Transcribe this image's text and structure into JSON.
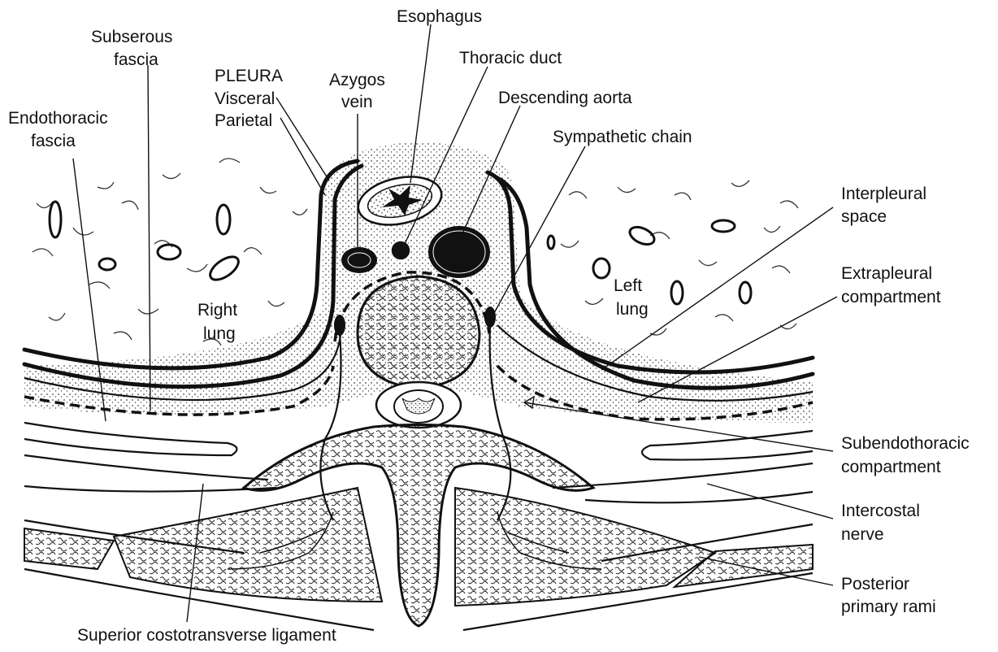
{
  "labels": {
    "esophagus": "Esophagus",
    "thoracic_duct": "Thoracic duct",
    "subserous_1": "Subserous",
    "subserous_2": "fascia",
    "pleura_1": "PLEURA",
    "pleura_2": "Visceral",
    "pleura_3": "Parietal",
    "azygos_1": "Azygos",
    "azygos_2": "vein",
    "descending_aorta": "Descending aorta",
    "endothoracic_1": "Endothoracic",
    "endothoracic_2": "fascia",
    "sympathetic_chain": "Sympathetic chain",
    "interpleural_1": "Interpleural",
    "interpleural_2": "space",
    "extrapleural_1": "Extrapleural",
    "extrapleural_2": "compartment",
    "right_lung_1": "Right",
    "right_lung_2": "lung",
    "left_lung_1": "Left",
    "left_lung_2": "lung",
    "subendothoracic_1": "Subendothoracic",
    "subendothoracic_2": "compartment",
    "intercostal_1": "Intercostal",
    "intercostal_2": "nerve",
    "posterior_1": "Posterior",
    "posterior_2": "primary rami",
    "superior_costotransverse": "Superior costotransverse ligament"
  },
  "colors": {
    "ink": "#111111",
    "background": "#ffffff"
  }
}
